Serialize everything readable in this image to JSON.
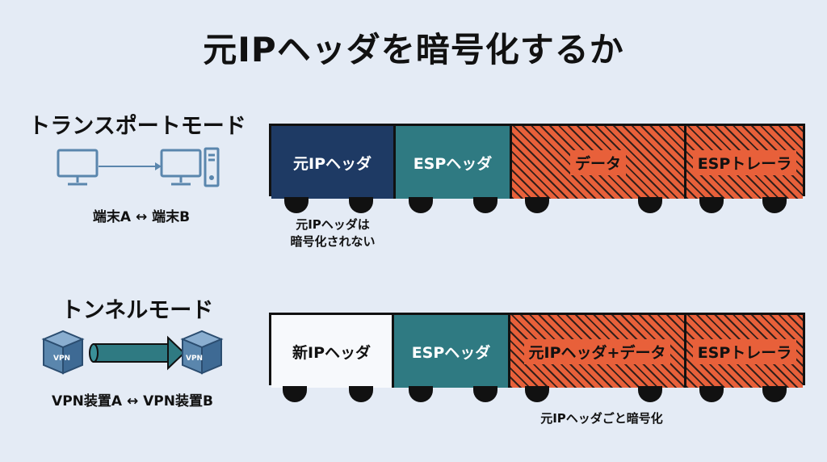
{
  "title": "元IPヘッダを暗号化するか",
  "transport": {
    "label": "トランスポートモード",
    "endpoints": "端末A ↔ 端末B",
    "note_line1": "元IPヘッダは",
    "note_line2": "暗号化されない",
    "segments": [
      "元IPヘッダ",
      "ESPヘッダ",
      "データ",
      "ESPトレーラ"
    ]
  },
  "tunnel": {
    "label": "トンネルモード",
    "endpoints": "VPN装置A ↔ VPN装置B",
    "vpn_badge": "VPN",
    "note": "元IPヘッダごと暗号化",
    "segments": [
      "新IPヘッダ",
      "ESPヘッダ",
      "元IPヘッダ+データ",
      "ESPトレーラ"
    ]
  },
  "colors": {
    "background": "#e4ebf5",
    "dark_blue": "#1e3a64",
    "teal": "#2f7a82",
    "orange": "#e8603a",
    "icon_blue": "#5a86ad"
  }
}
